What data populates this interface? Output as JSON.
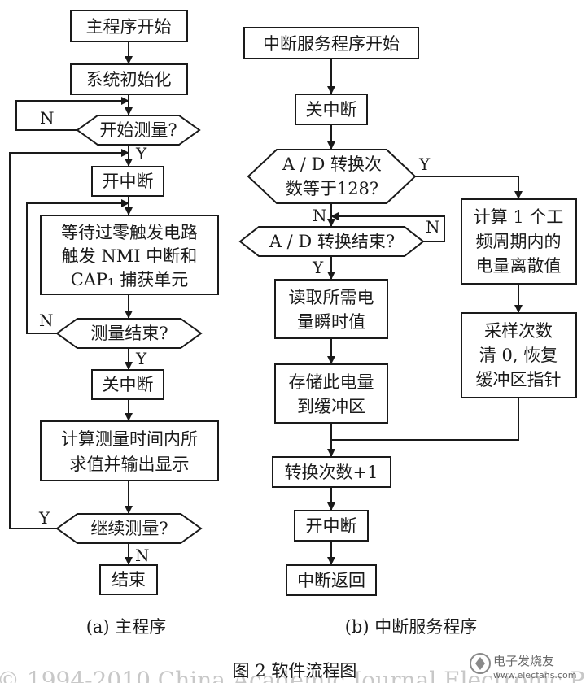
{
  "figure_title": "图 2 软件流程图",
  "captions": {
    "a": "(a) 主程序",
    "b": "(b) 中断服务程序"
  },
  "watermark": "© 1994-2010 China Academic Journal Electronic P",
  "logo": {
    "text": "电子发烧友",
    "url": "www.elecfans.com"
  },
  "branch_labels": {
    "yes": "Y",
    "no": "N"
  },
  "main_program": {
    "start": "主程序开始",
    "init": "系统初始化",
    "start_measure": "开始测量?",
    "enable_int": "开中断",
    "wait": [
      "等待过零触发电路",
      "触发 NMI 中断和",
      "CAP₁ 捕获单元"
    ],
    "measure_done": "测量结束?",
    "disable_int": "关中断",
    "calc": [
      "计算测量时间内所",
      "求值并输出显示"
    ],
    "continue": "继续测量?",
    "end": "结束"
  },
  "isr": {
    "start": "中断服务程序开始",
    "disable_int": "关中断",
    "count128": [
      "A / D 转换次",
      "数等于128?"
    ],
    "ad_done": "A / D 转换结束?",
    "read": [
      "读取所需电",
      "量瞬时值"
    ],
    "store": [
      "存储此电量",
      "到缓冲区"
    ],
    "calc": [
      "计算 1 个工",
      "频周期内的",
      "电量离散值"
    ],
    "reset": [
      "采样次数",
      "清 0, 恢复",
      "缓冲区指针"
    ],
    "increment": "转换次数+1",
    "enable_int": "开中断",
    "return": "中断返回"
  }
}
